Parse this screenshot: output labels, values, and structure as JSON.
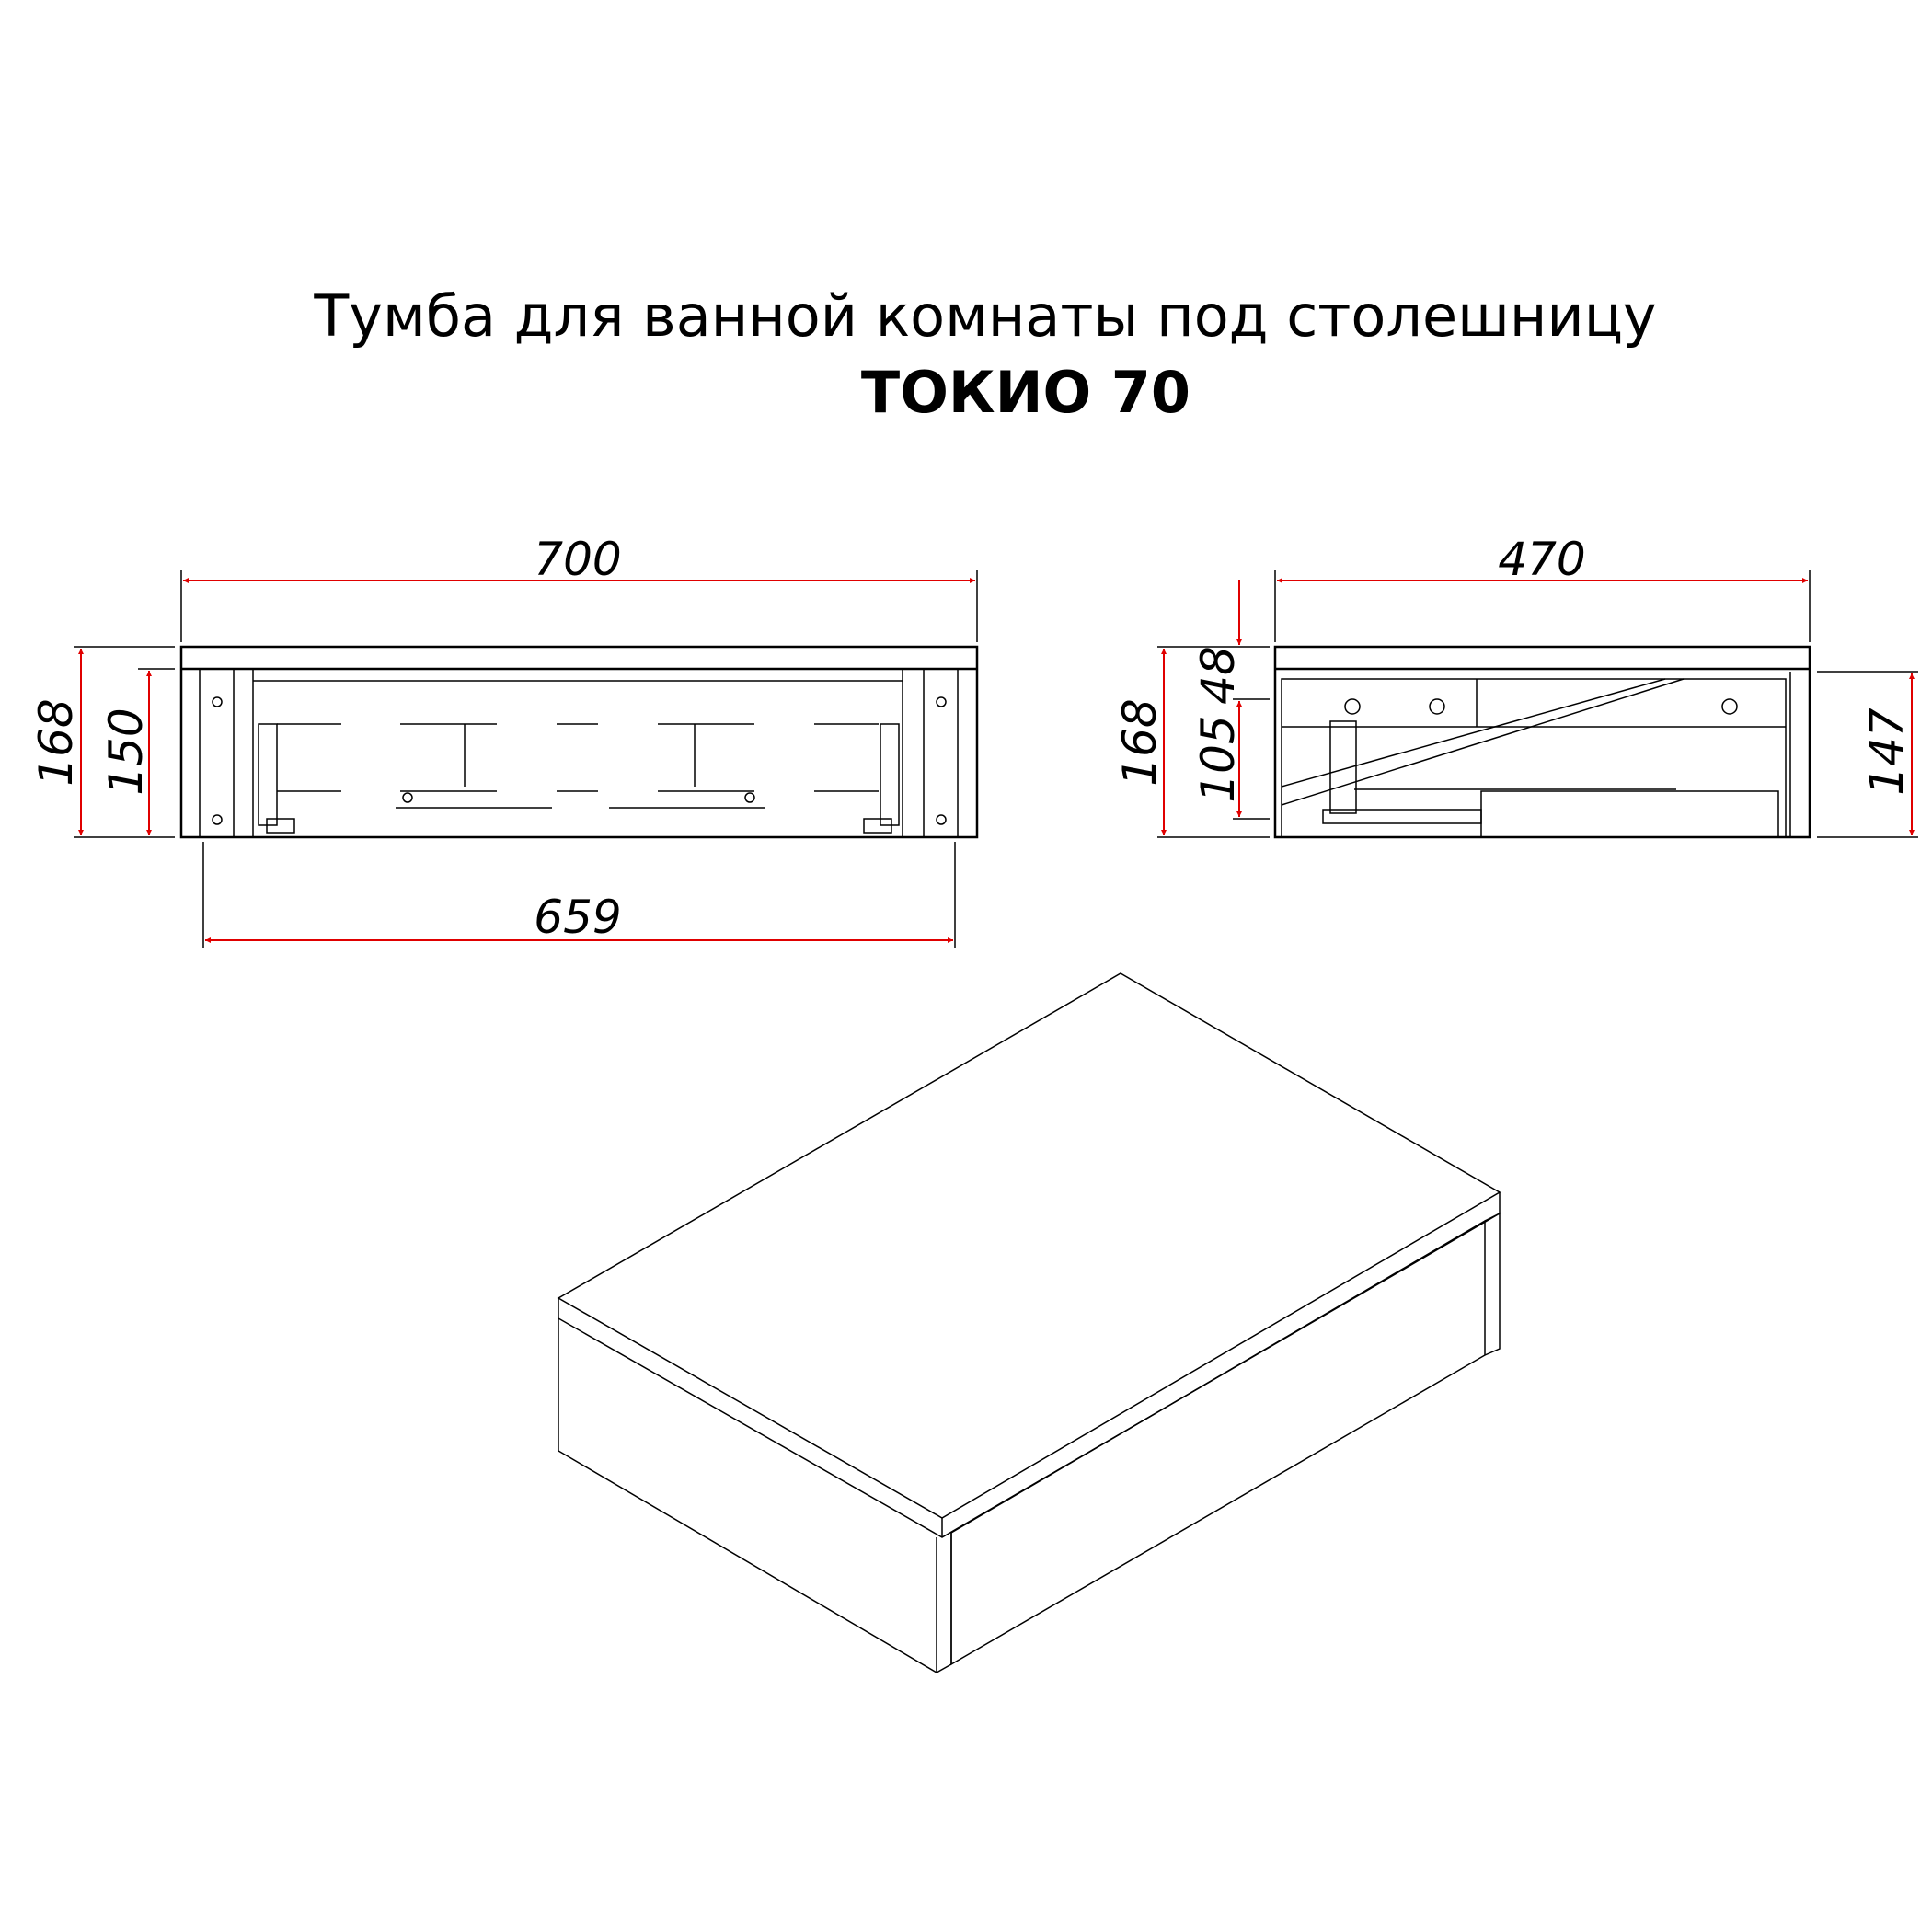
{
  "title": "Тумба для ванной комнаты под столешницу",
  "model": "ТОКИО 70",
  "front_view": {
    "width_total": "700",
    "width_inner": "659",
    "height_total": "168",
    "height_body": "150"
  },
  "side_view": {
    "depth": "470",
    "height_total": "168",
    "height_top": "48",
    "height_drawer": "105",
    "height_body": "147"
  },
  "colors": {
    "dimension": "#e00000",
    "line": "#000000"
  }
}
